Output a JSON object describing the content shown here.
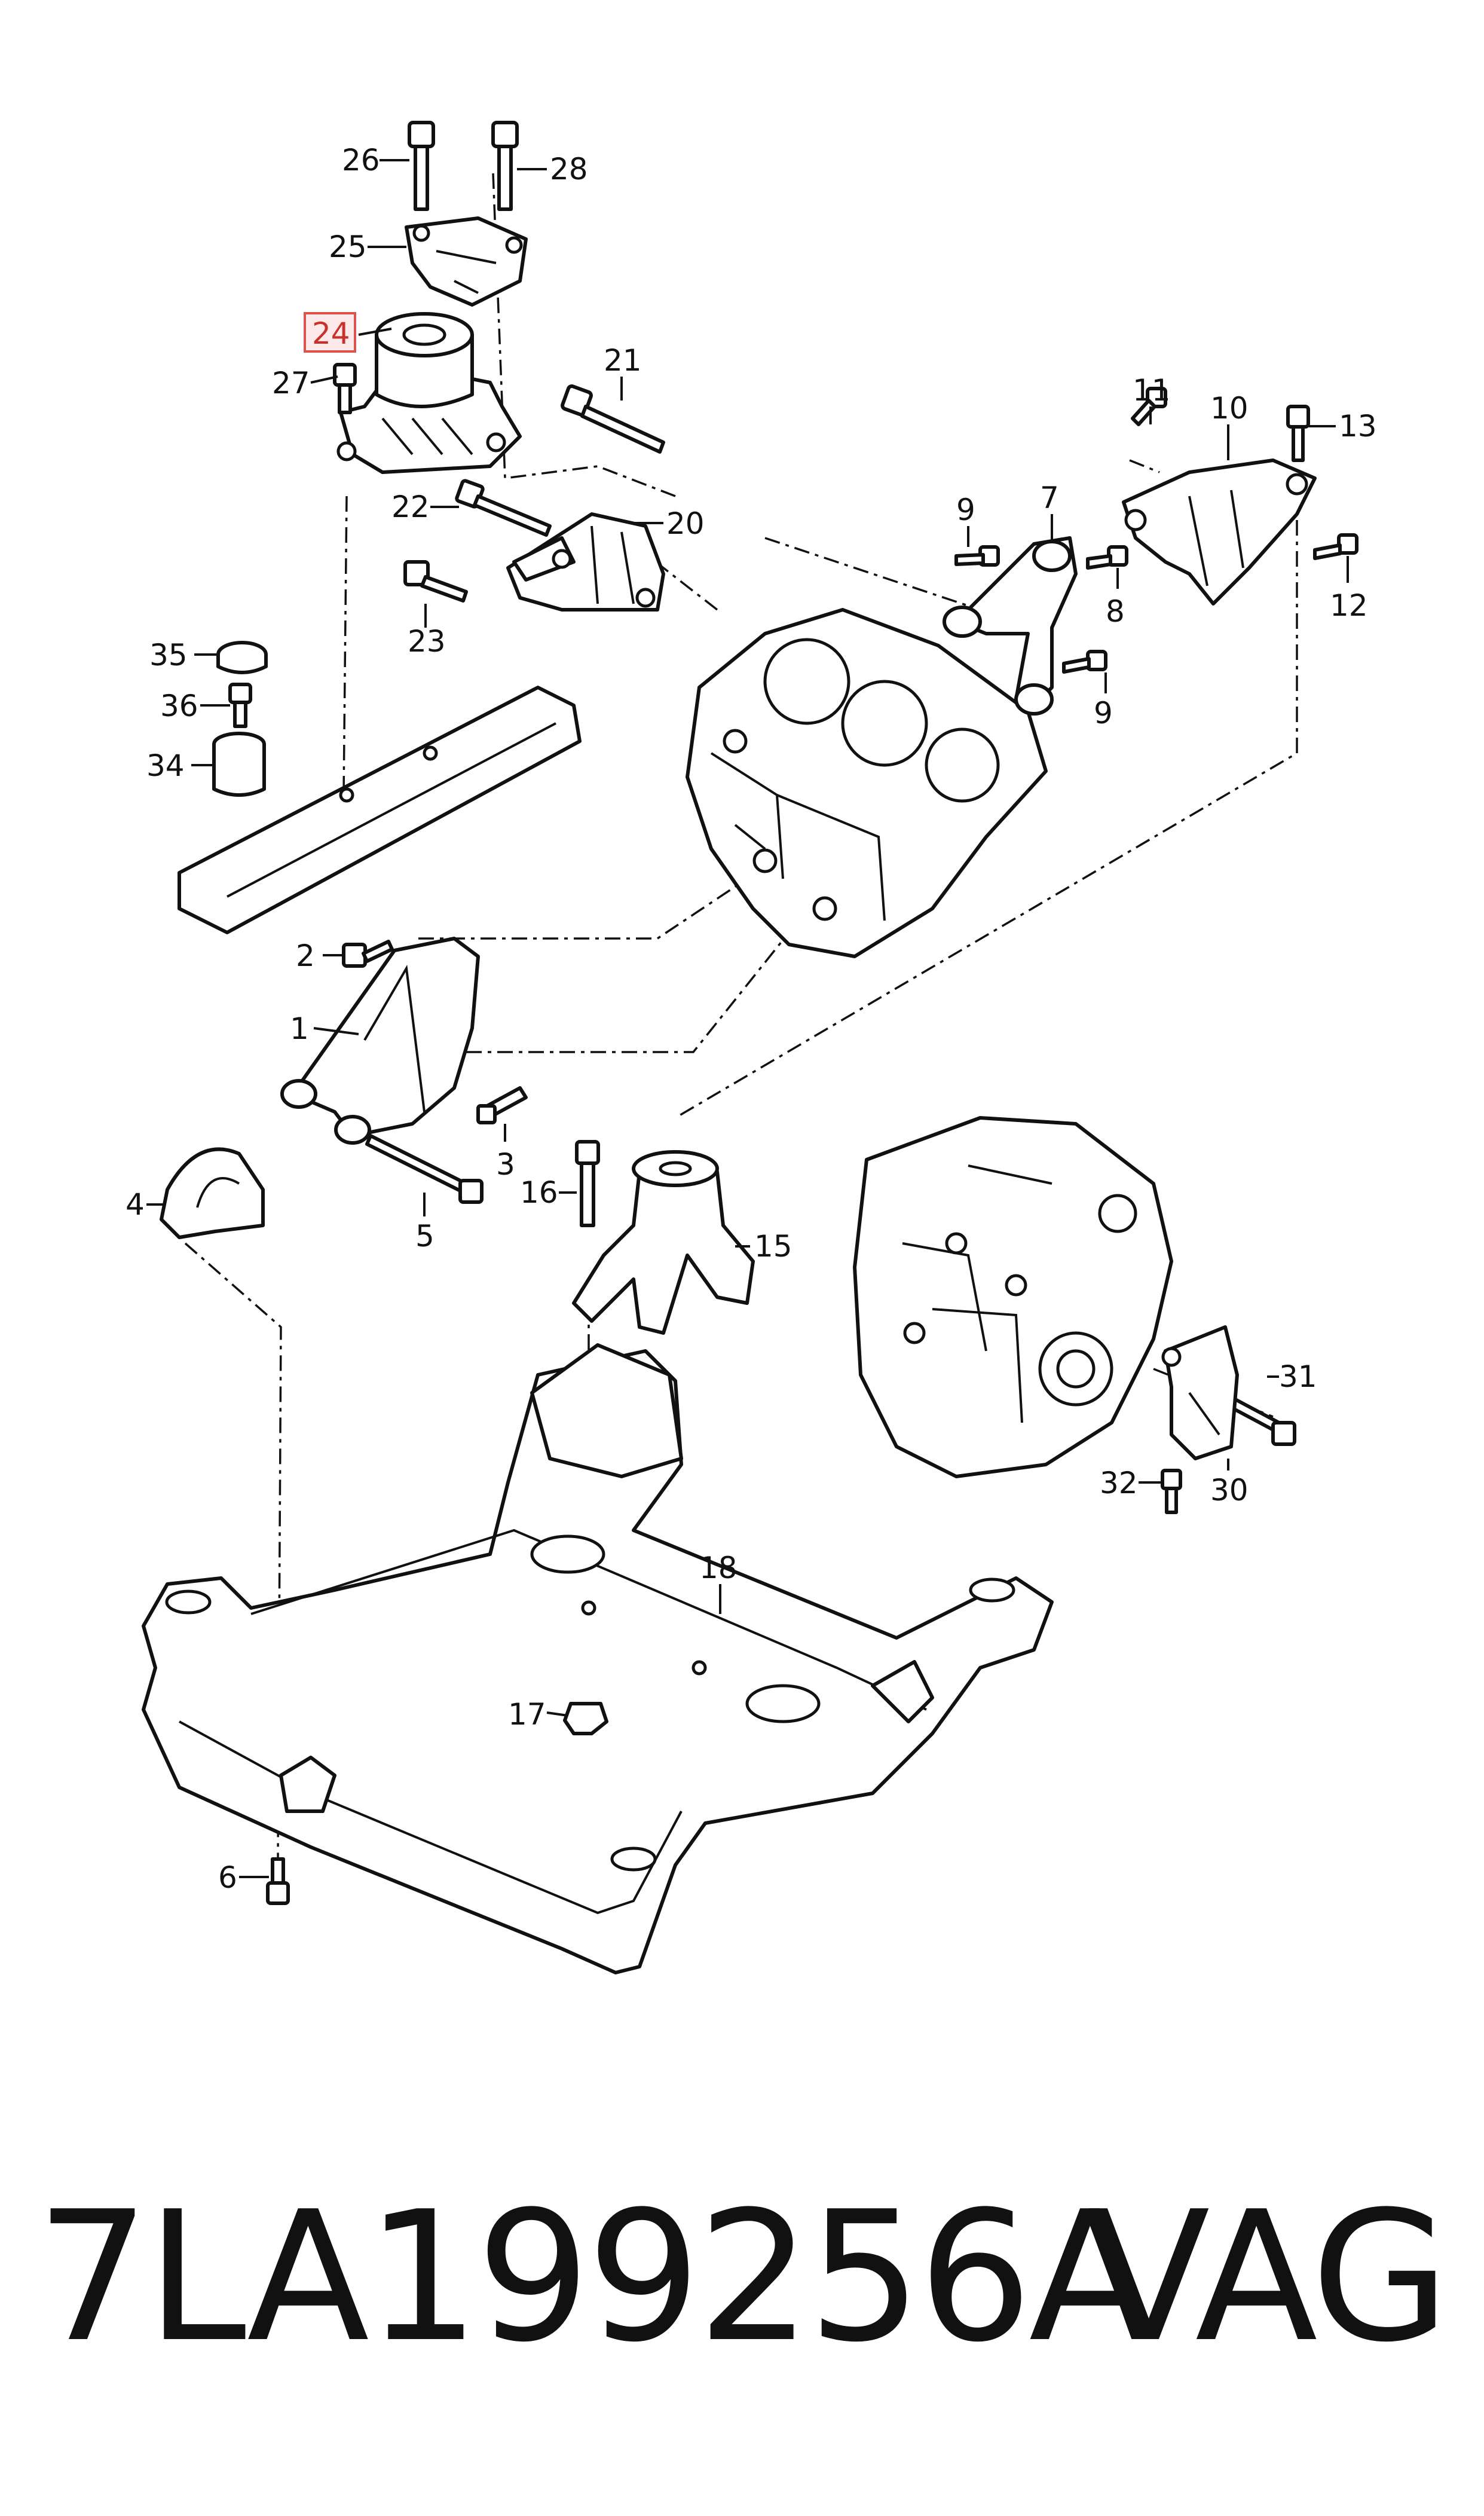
{
  "diagram": {
    "callouts": [
      {
        "id": "26",
        "label": "26"
      },
      {
        "id": "28",
        "label": "28"
      },
      {
        "id": "25",
        "label": "25"
      },
      {
        "id": "24",
        "label": "24",
        "highlighted": true
      },
      {
        "id": "27",
        "label": "27"
      },
      {
        "id": "21",
        "label": "21"
      },
      {
        "id": "22",
        "label": "22"
      },
      {
        "id": "20",
        "label": "20"
      },
      {
        "id": "23",
        "label": "23"
      },
      {
        "id": "11",
        "label": "11"
      },
      {
        "id": "10",
        "label": "10"
      },
      {
        "id": "13",
        "label": "13"
      },
      {
        "id": "9a",
        "label": "9"
      },
      {
        "id": "7",
        "label": "7"
      },
      {
        "id": "8",
        "label": "8"
      },
      {
        "id": "12",
        "label": "12"
      },
      {
        "id": "9b",
        "label": "9"
      },
      {
        "id": "35",
        "label": "35"
      },
      {
        "id": "36",
        "label": "36"
      },
      {
        "id": "34",
        "label": "34"
      },
      {
        "id": "2",
        "label": "2"
      },
      {
        "id": "1",
        "label": "1"
      },
      {
        "id": "3",
        "label": "3"
      },
      {
        "id": "4",
        "label": "4"
      },
      {
        "id": "5",
        "label": "5"
      },
      {
        "id": "16",
        "label": "16"
      },
      {
        "id": "15",
        "label": "15"
      },
      {
        "id": "31",
        "label": "31"
      },
      {
        "id": "32",
        "label": "32"
      },
      {
        "id": "30",
        "label": "30"
      },
      {
        "id": "18",
        "label": "18"
      },
      {
        "id": "17",
        "label": "17"
      },
      {
        "id": "6",
        "label": "6"
      }
    ],
    "highlight_color": "#d9534f"
  },
  "footer": {
    "part_number": "7LA199256A",
    "brand": "VAG"
  }
}
